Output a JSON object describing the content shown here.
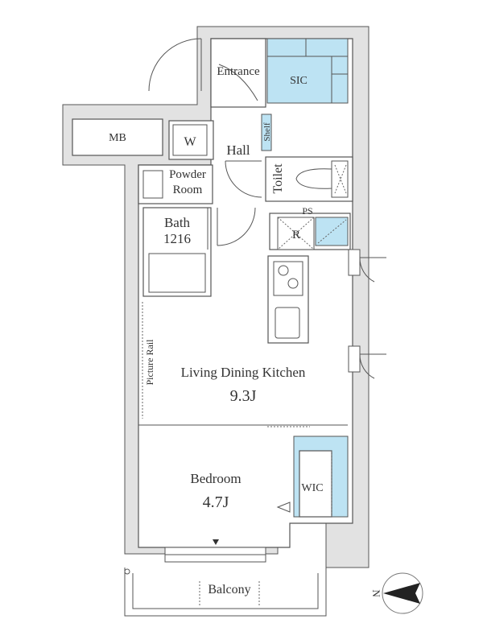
{
  "rooms": {
    "entrance": "Entrance",
    "sic": "SIC",
    "mb": "MB",
    "washer": "W",
    "hall": "Hall",
    "shelf": "Shelf",
    "powder_room_line1": "Powder",
    "powder_room_line2": "Room",
    "toilet": "Toilet",
    "ps": "PS",
    "refrigerator": "R",
    "bath": "Bath",
    "bath_size": "1216",
    "picture_rail": "Picture Rail",
    "ldk": "Living Dining Kitchen",
    "ldk_size": "9.3J",
    "bedroom": "Bedroom",
    "bedroom_size": "4.7J",
    "wic": "WIC",
    "balcony": "Balcony"
  },
  "compass": {
    "label": "N"
  },
  "colors": {
    "storage_blue": "#bde3f3",
    "wall_gray": "#e2e2e2"
  }
}
